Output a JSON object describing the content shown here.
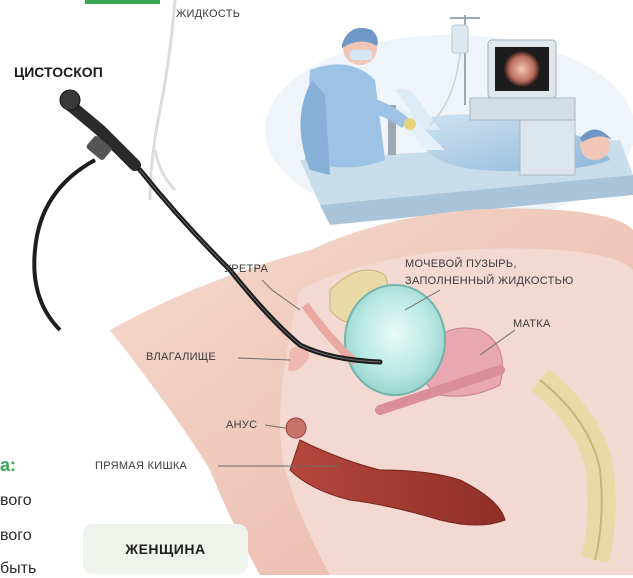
{
  "labels": {
    "fluid": "ЖИДКОСТЬ",
    "cystoscope": "ЦИСТОСКОП",
    "urethra": "УРЕТРА",
    "bladder_line1": "МОЧЕВОЙ ПУЗЫРЬ,",
    "bladder_line2": "ЗАПОЛНЕННЫЙ ЖИДКОСТЬЮ",
    "uterus": "МАТКА",
    "vagina": "ВЛАГАЛИЩЕ",
    "anus": "АНУС",
    "rectum": "ПРЯМАЯ КИШКА",
    "woman": "ЖЕНЩИНА"
  },
  "side_text": {
    "heading_fragment": "а:",
    "line1": "вого",
    "line2": "вого",
    "line3": "быть"
  },
  "colors": {
    "accent_green": "#3aa655",
    "badge_bg": "#eef3ec"
  }
}
